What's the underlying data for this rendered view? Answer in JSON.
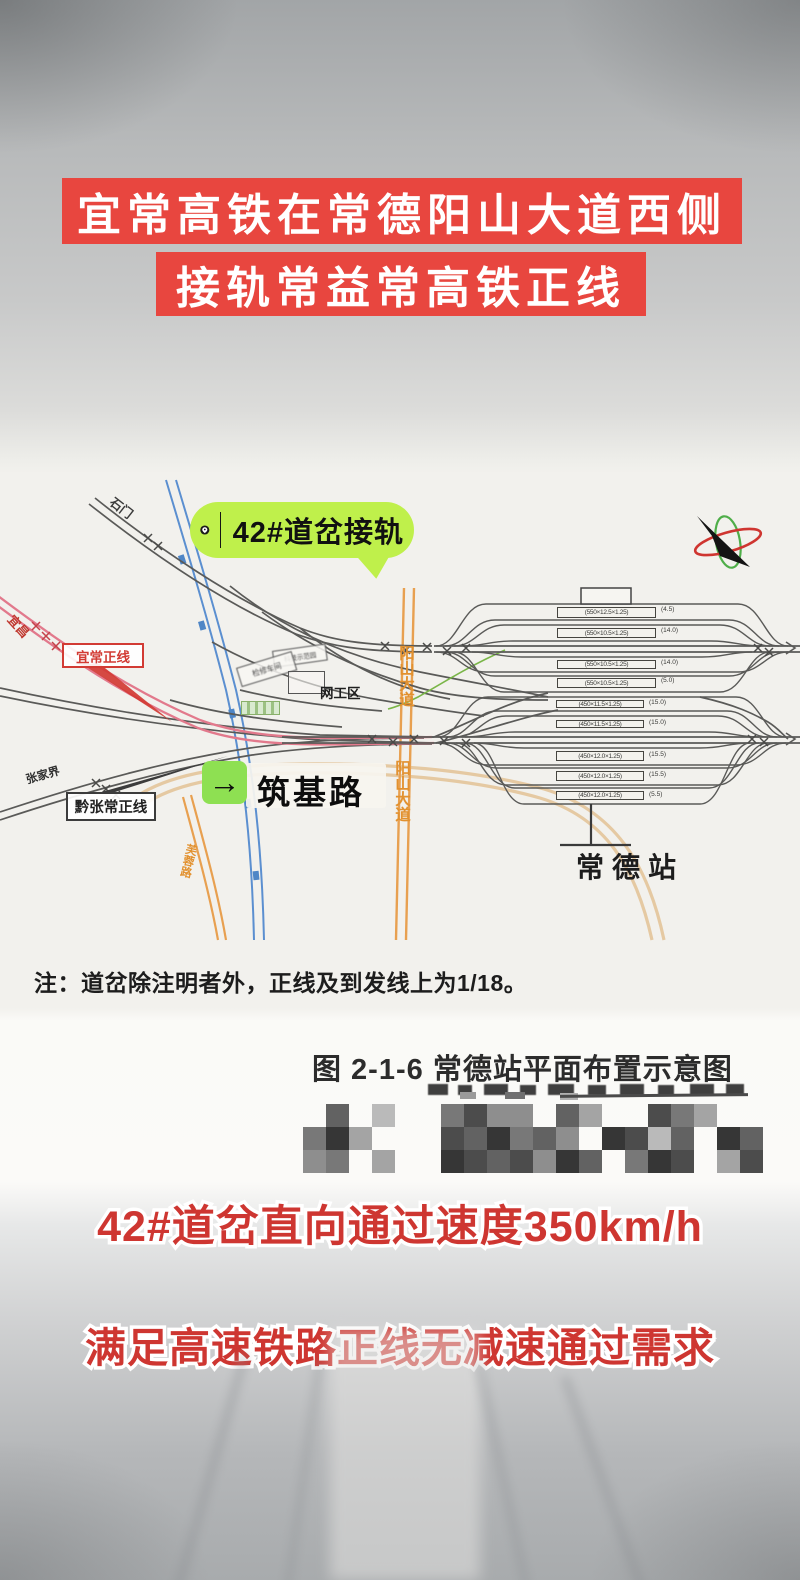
{
  "banner": {
    "line1": "宜常高铁在常德阳山大道西侧",
    "line2": "接轨常益常高铁正线"
  },
  "callout": {
    "label": "42#道岔接轨"
  },
  "map": {
    "direction_shimen": "石门",
    "direction_yichang": "宜昌",
    "direction_zhangjiajie": "张家界",
    "label_yichang_mainline": "宜常正线",
    "label_qianzhangchang_mainline": "黔张常正线",
    "label_catenary_work_area": "网工区",
    "label_workshop_a": "科技示范园",
    "label_workshop_b": "检修车间",
    "label_yangshan_avenue": "阳山大道",
    "label_furong_road": "芙蓉路",
    "label_zhuji_road": "筑基路",
    "label_zhuji_arrow": "→",
    "label_station": "常德站",
    "note": "注：道岔除注明者外，正线及到发线上为1/18。",
    "platforms_top": [
      "(550×12.5×1.25)",
      "(550×10.5×1.25)",
      "(550×10.5×1.25)",
      "(550×10.5×1.25)"
    ],
    "platforms_bottom": [
      "(450×11.5×1.25)",
      "(450×11.5×1.25)",
      "(450×12.0×1.25)",
      "(450×12.0×1.25)",
      "(450×12.0×1.25)"
    ],
    "side_numbers_top": [
      "(4.5)",
      "(14.0)",
      "(14.0)",
      "(5.0)"
    ],
    "side_numbers_bottom": [
      "(15.0)",
      "(15.0)",
      "(15.5)",
      "(15.5)",
      "(5.5)"
    ]
  },
  "caption": {
    "text": "图 2-1-6  常德站平面布置示意图"
  },
  "footer": {
    "line1": "42#道岔直向通过速度350km/h",
    "line2": "满足高速铁路正线无减速通过需求"
  },
  "colors": {
    "banner_red": "#e8463f",
    "accent_red": "#d23b34",
    "callout_green": "#bff04b",
    "arrow_green": "#8ee052",
    "road_orange": "#e2912f",
    "river_blue": "#5b8fd0",
    "track_gray": "#5a5a58",
    "pink_line": "#e2798c"
  }
}
